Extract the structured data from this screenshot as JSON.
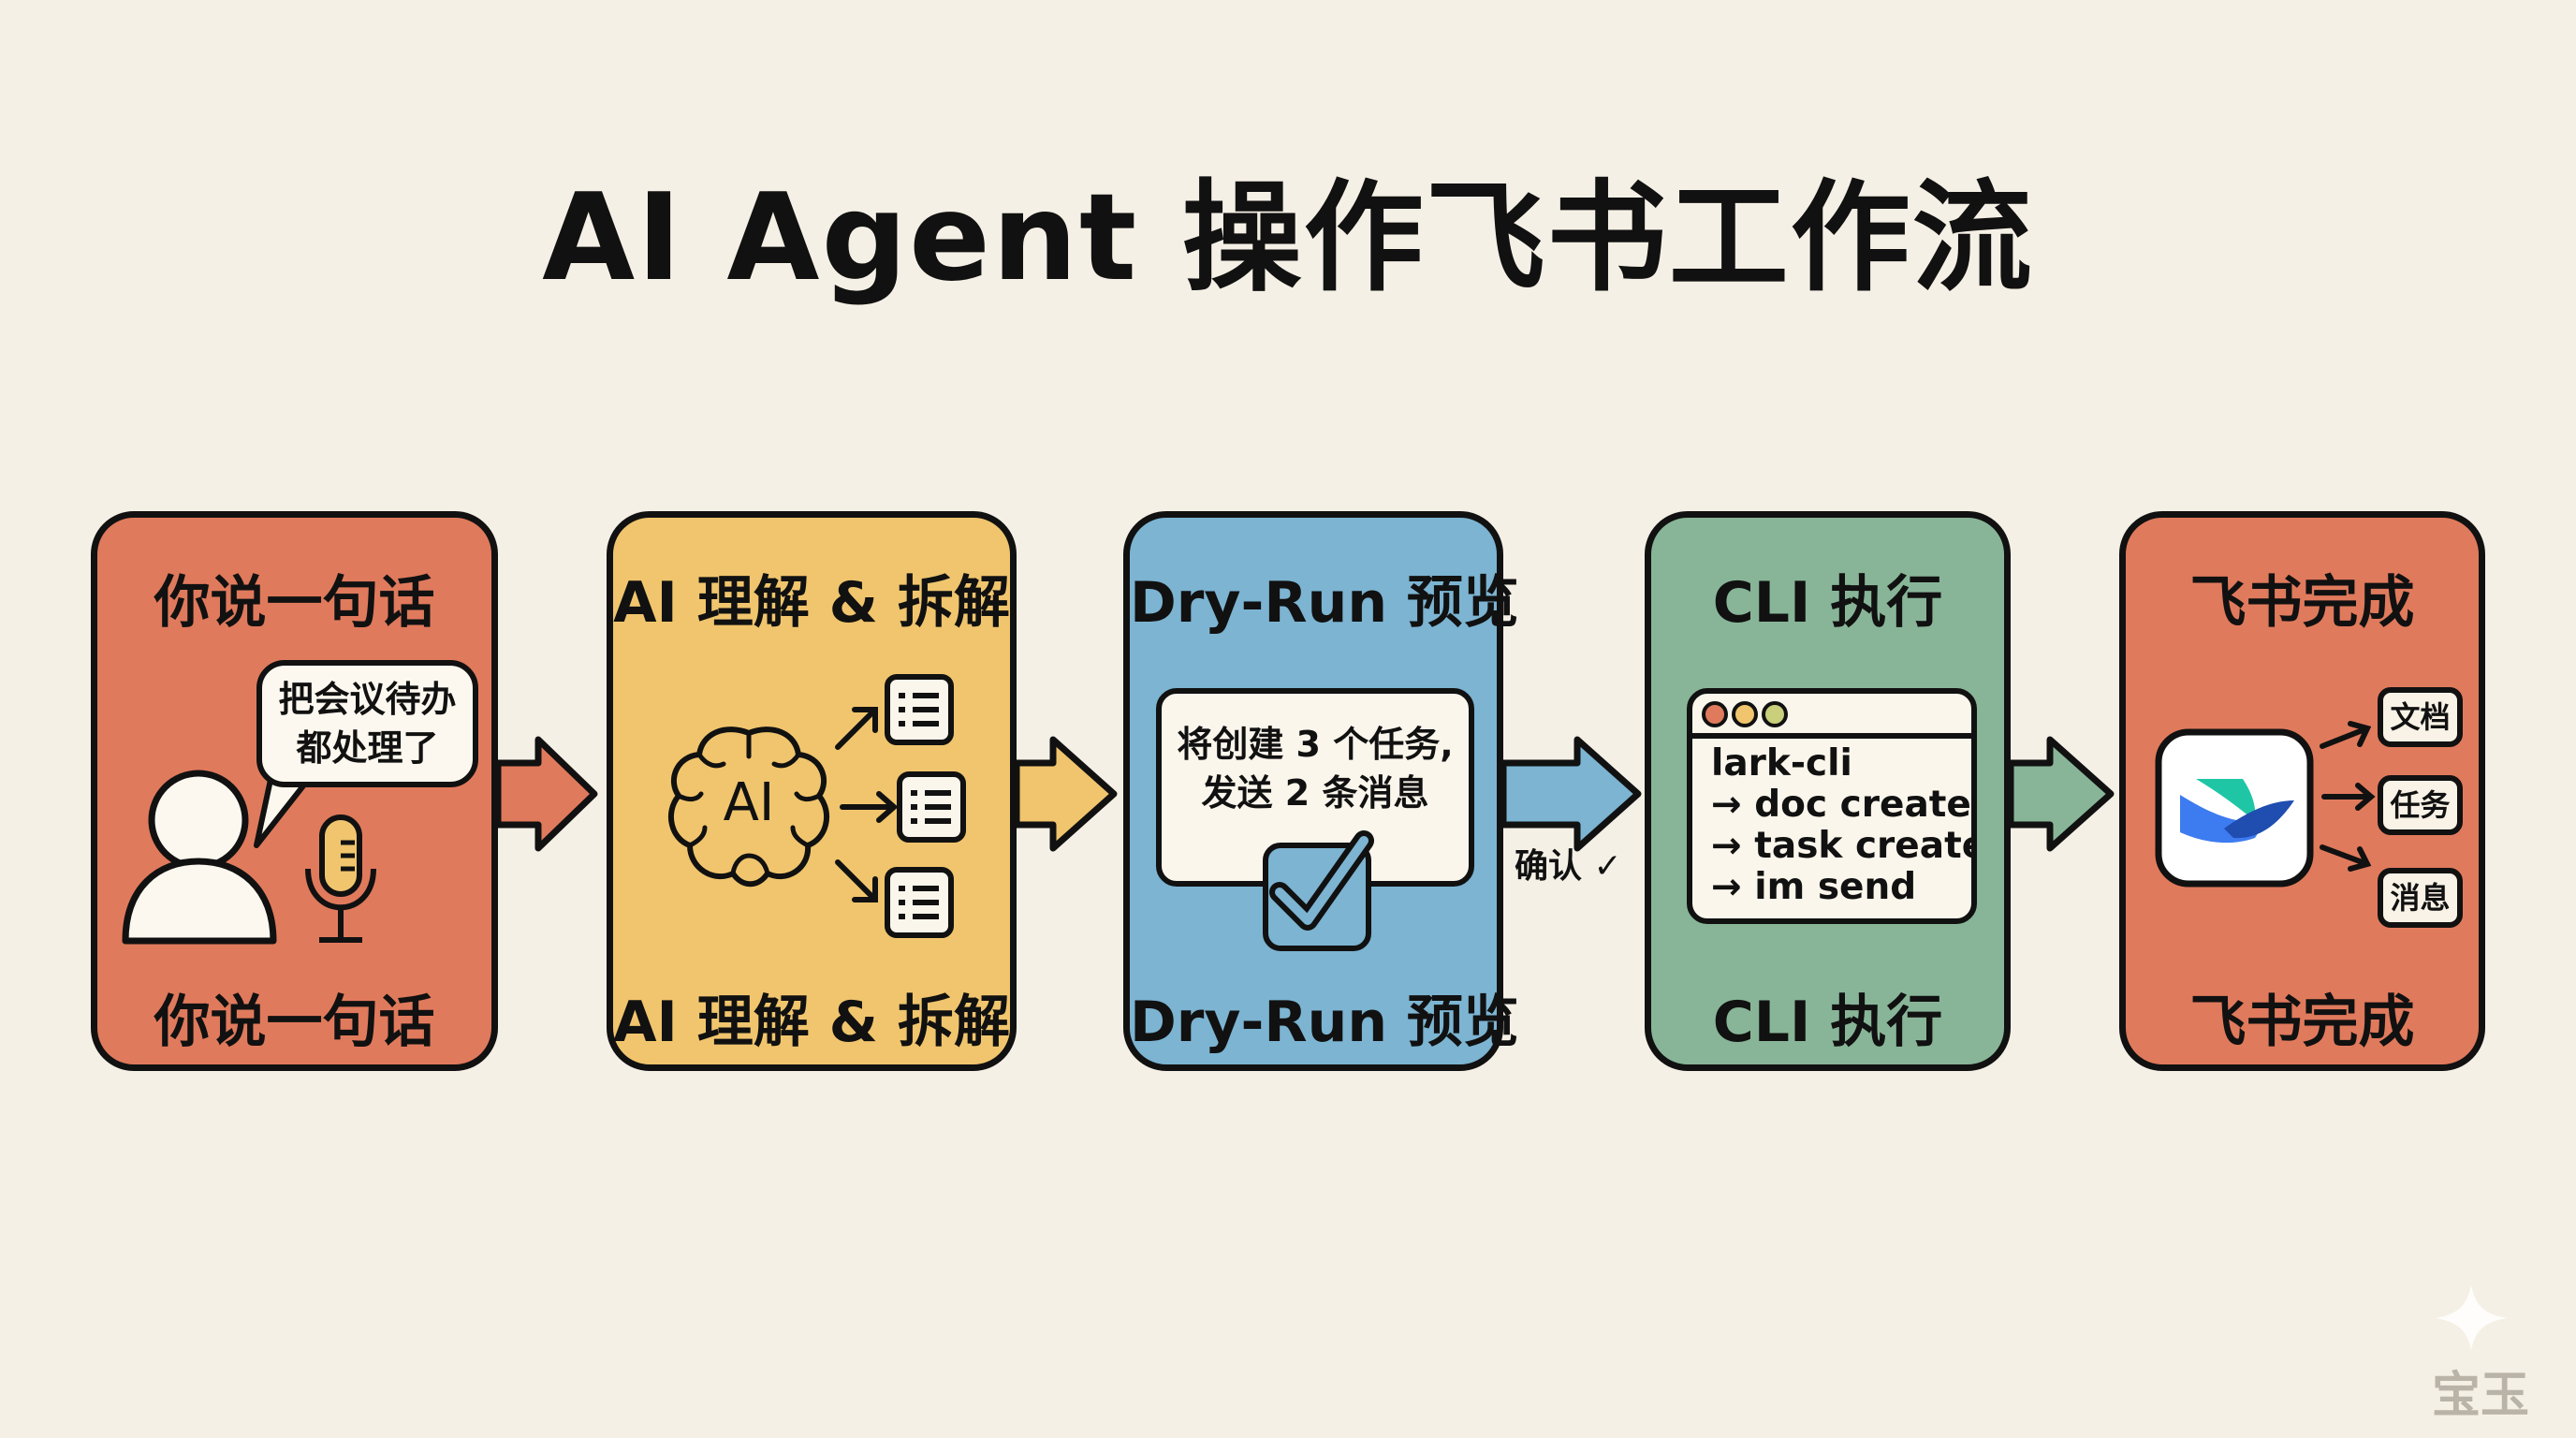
{
  "title": "AI Agent 操作飞书工作流",
  "colors": {
    "background": "#f5f0e5",
    "red": "#e07a5c",
    "yellow": "#f0c56d",
    "blue": "#7cb4d2",
    "green": "#88b598",
    "outline": "#111111"
  },
  "steps": [
    {
      "title": "你说一句话",
      "label": "你说一句话",
      "bubble": [
        "把会议待办",
        "都处理了"
      ],
      "icons": [
        "person-icon",
        "microphone-icon",
        "speech-bubble-icon"
      ]
    },
    {
      "title": "AI 理解 & 拆解",
      "label": "AI 理解 & 拆解",
      "brain_text": "AI",
      "icons": [
        "brain-icon",
        "list-icon",
        "list-icon",
        "list-icon"
      ]
    },
    {
      "title": "Dry-Run 预览",
      "label": "Dry-Run 预览",
      "preview": [
        "将创建 3 个任务,",
        "发送 2 条消息"
      ],
      "icons": [
        "checkbox-checked-icon"
      ]
    },
    {
      "title": "CLI 执行",
      "label": "CLI 执行",
      "terminal": [
        "lark-cli",
        "→ doc create",
        "→ task create",
        "→ im send"
      ],
      "icons": [
        "terminal-window-icon"
      ]
    },
    {
      "title": "飞书完成",
      "label": "飞书完成",
      "outputs": [
        "文档",
        "任务",
        "消息"
      ],
      "icons": [
        "feishu-logo-icon"
      ]
    }
  ],
  "confirm_label": "确认 ✓",
  "watermark": "宝玉"
}
